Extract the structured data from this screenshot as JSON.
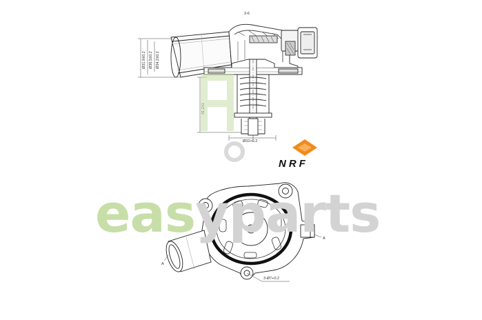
{
  "drawing": {
    "top_section_mark": "3-6",
    "dim_diameter_1": "Ø31.9±0.2",
    "dim_diameter_2": "Ø36.5±0.2",
    "dim_diameter_3": "Ø34.2±0.2",
    "dim_height": "41.2±1",
    "dim_valve_diameter": "Ø32+0.2",
    "dim_bolt_holes": "3-Ø7+0.2",
    "view_marker_left": "A",
    "view_marker_right": "A"
  },
  "brand": {
    "logo_text": "NRF",
    "logo_orange": "#f18a1c",
    "logo_black": "#111111"
  },
  "watermark": {
    "text_green": "eas",
    "text_grey": "yparts",
    "green": "#c7dea8",
    "grey": "#d3d3d3"
  }
}
